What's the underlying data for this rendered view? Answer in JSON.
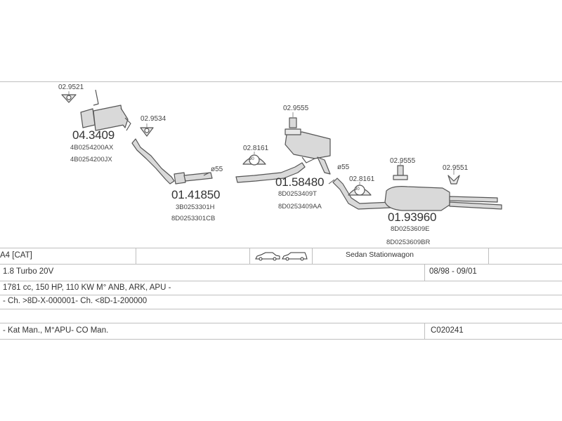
{
  "parts": {
    "p1": {
      "clamp": "02.9521",
      "number": "04.3409",
      "oem1": "4B0254200AX",
      "oem2": "4B0254200JX"
    },
    "p2": {
      "clamp": "02.9534",
      "number": "01.41850",
      "oem1": "3B0253301H",
      "oem2": "8D0253301CB"
    },
    "p3": {
      "clamp": "02.9555",
      "mount": "02.8161",
      "number": "01.58480",
      "oem1": "8D0253409T",
      "oem2": "8D0253409AA"
    },
    "p4": {
      "clamp": "02.9555",
      "clamp2": "02.9551",
      "mount": "02.8161",
      "number": "01.93960",
      "oem1": "8D0253609E",
      "oem2": "8D0253609BR"
    },
    "pipe_marker_1": "ø55",
    "pipe_marker_2": "ø55",
    "mount_badge": "90"
  },
  "info": {
    "model": "A4  [CAT]",
    "body_types": "Sedan  Stationwagon",
    "engine": "1.8 Turbo 20V",
    "years": "08/98 - 09/01",
    "spec": "1781 cc, 150 HP, 110 KW M° ANB, ARK, APU -",
    "chassis": "- Ch. >8D-X-000001- Ch. <8D-1-200000",
    "note": "- Kat Man., M°APU- CO Man.",
    "code": "C020241"
  },
  "colors": {
    "line": "#555555",
    "fill": "#d9d9d9",
    "grid": "#bfbfbf"
  }
}
